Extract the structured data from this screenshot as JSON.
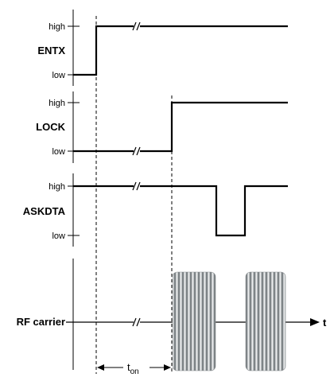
{
  "levels": {
    "high": "high",
    "low": "low"
  },
  "signals": [
    {
      "name": "ENTX",
      "sequence": [
        "low",
        "high"
      ]
    },
    {
      "name": "LOCK",
      "sequence": [
        "low",
        "high"
      ]
    },
    {
      "name": "ASKDTA",
      "sequence": [
        "high",
        "low",
        "high"
      ]
    }
  ],
  "rf": {
    "name": "RF carrier",
    "bursts": 2
  },
  "time_axis": {
    "label": "t"
  },
  "interval": {
    "label": "t",
    "subscript": "on"
  }
}
